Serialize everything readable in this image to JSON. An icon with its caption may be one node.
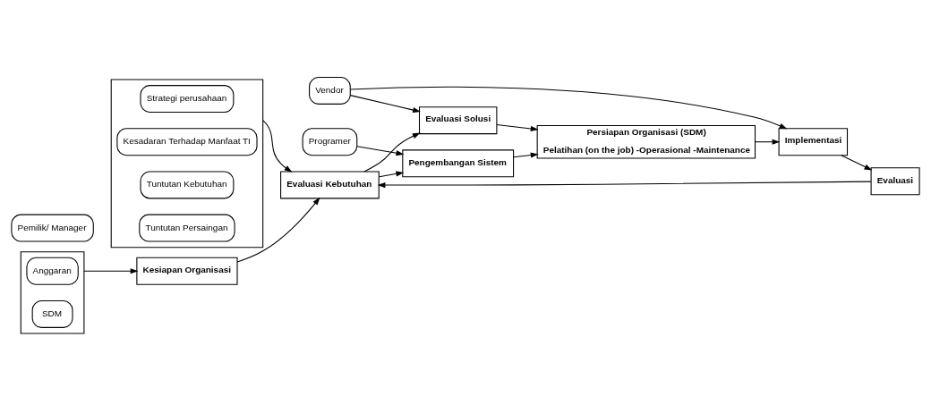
{
  "diagram": {
    "nodes": [
      {
        "text": [],
        "shape": "box"
      },
      {
        "text": [
          "Strategi perusahaan"
        ],
        "in": 0
      },
      {
        "text": [
          "Kesadaran Terhadap Manfaat TI"
        ],
        "in": 0
      },
      {
        "text": [
          "Tuntutan Kebutuhan"
        ],
        "in": 0
      },
      {
        "text": [
          "Tuntutan Persaingan"
        ],
        "in": 0
      },
      {
        "text": [
          "Evaluasi Kebutuhan"
        ]
      },
      {
        "text": [
          "Pemilik/ Manager"
        ]
      },
      {
        "text": [
          "Kesiapan Organisasi"
        ]
      },
      {
        "text": [],
        "shape": "box"
      },
      {
        "text": [
          "Anggaran"
        ],
        "in": 8
      },
      {
        "text": [
          "SDM"
        ],
        "in": 8
      },
      {
        "text": [
          "Vendor"
        ]
      },
      {
        "text": [
          "Evaluasi Solusi"
        ]
      },
      {
        "text": [
          "Pengembangan Sistem"
        ]
      },
      {
        "text": [
          "Programer"
        ]
      },
      {
        "text": [
          "Persiapan Organisasi (SDM)",
          "Pelatihan (on the job) -Operasional -Maintenance"
        ]
      },
      {
        "text": [
          "Implementasi"
        ]
      },
      {
        "text": [
          "Evaluasi"
        ]
      }
    ],
    "edges": [
      {
        "from": 0,
        "to": 5,
        "arrow": "to"
      },
      {
        "from": 7,
        "to": 5,
        "arrow": "to"
      },
      {
        "from": 8,
        "to": 7,
        "arrow": "to"
      },
      {
        "from": 5,
        "to": 12,
        "arrow": "to"
      },
      {
        "from": 5,
        "to": 13,
        "arrow": "to"
      },
      {
        "from": 11,
        "to": 12,
        "arrow": "to"
      },
      {
        "from": 12,
        "to": 15,
        "arrow": "to"
      },
      {
        "from": 11,
        "to": 16,
        "arrow": "to"
      },
      {
        "from": 13,
        "to": 15,
        "arrow": "to"
      },
      {
        "from": 14,
        "to": 13,
        "arrow": "to"
      },
      {
        "from": 15,
        "to": 16,
        "arrow": "to"
      },
      {
        "from": 16,
        "to": 17,
        "arrow": "to"
      },
      {
        "from": 17,
        "to": 5,
        "arrow": "to"
      }
    ]
  }
}
